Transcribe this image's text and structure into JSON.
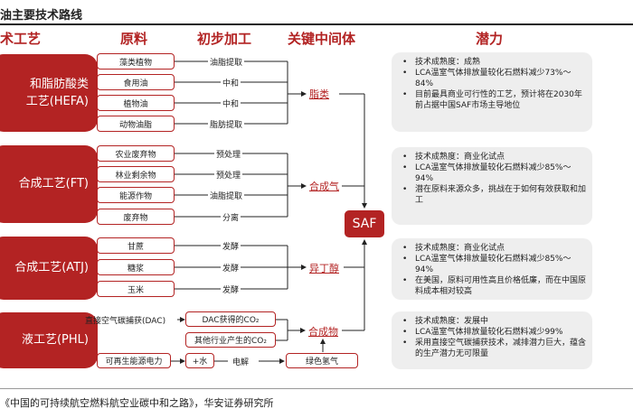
{
  "title": "油主要技术路线",
  "headers": {
    "process": "术工艺",
    "raw": "原料",
    "prelim": "初步加工",
    "inter": "关键中间体",
    "potential": "潜力"
  },
  "saf": "SAF",
  "colors": {
    "accent": "#b32323",
    "panel": "#eeeeee"
  },
  "routes": [
    {
      "process": "和脂肪酸类\n工艺(HEFA)",
      "rows": [
        {
          "raw": "藻类植物",
          "step": "油脂提取"
        },
        {
          "raw": "食用油",
          "step": "中和"
        },
        {
          "raw": "植物油",
          "step": "中和"
        },
        {
          "raw": "动物油脂",
          "step": "脂肪提取"
        }
      ],
      "intermediate": "脂类",
      "potential": [
        "技术成熟度：成熟",
        "LCA温室气体排放量较化石燃料减少73%～84%",
        "目前最具商业可行性的工艺，预计将在2030年前占据中国SAF市场主导地位"
      ]
    },
    {
      "process": "合成工艺(FT)",
      "rows": [
        {
          "raw": "农业废弃物",
          "step": "预处理"
        },
        {
          "raw": "林业剩余物",
          "step": "预处理"
        },
        {
          "raw": "能源作物",
          "step": "油脂提取"
        },
        {
          "raw": "废弃物",
          "step": "分离"
        }
      ],
      "intermediate": "合成气",
      "potential": [
        "技术成熟度：商业化试点",
        "LCA温室气体排放量较化石燃料减少85%～94%",
        "潜在原料来源众多，挑战在于如何有效获取和加工"
      ]
    },
    {
      "process": "合成工艺(ATJ)",
      "rows": [
        {
          "raw": "甘蔗",
          "step": "发酵"
        },
        {
          "raw": "糖浆",
          "step": "发酵"
        },
        {
          "raw": "玉米",
          "step": "发酵"
        }
      ],
      "intermediate": "异丁醇",
      "potential": [
        "技术成熟度：商业化试点",
        "LCA温室气体排放量较化石燃料减少85%～94%",
        "在美国，原料可用性高且价格低廉，而在中国原料成本相对较高"
      ]
    },
    {
      "process": "液工艺(PHL)",
      "dac_label": "直接空气碳捕获(DAC)",
      "dac_box": "DAC获得的CO₂",
      "other_box": "其他行业产生的CO₂",
      "renew": "可再生能源电力",
      "water": "+水",
      "electrolysis": "电解",
      "hydrogen": "绿色氢气",
      "intermediate": "合成物",
      "potential": [
        "技术成熟度：发展中",
        "LCA温室气体排放量较化石燃料减少99%",
        "采用直接空气碳捕获技术，减排潜力巨大，蕴含的生产潜力无可限量"
      ]
    }
  ],
  "source": "《中国的可持续航空燃料航空业碳中和之路》，华安证券研究所"
}
